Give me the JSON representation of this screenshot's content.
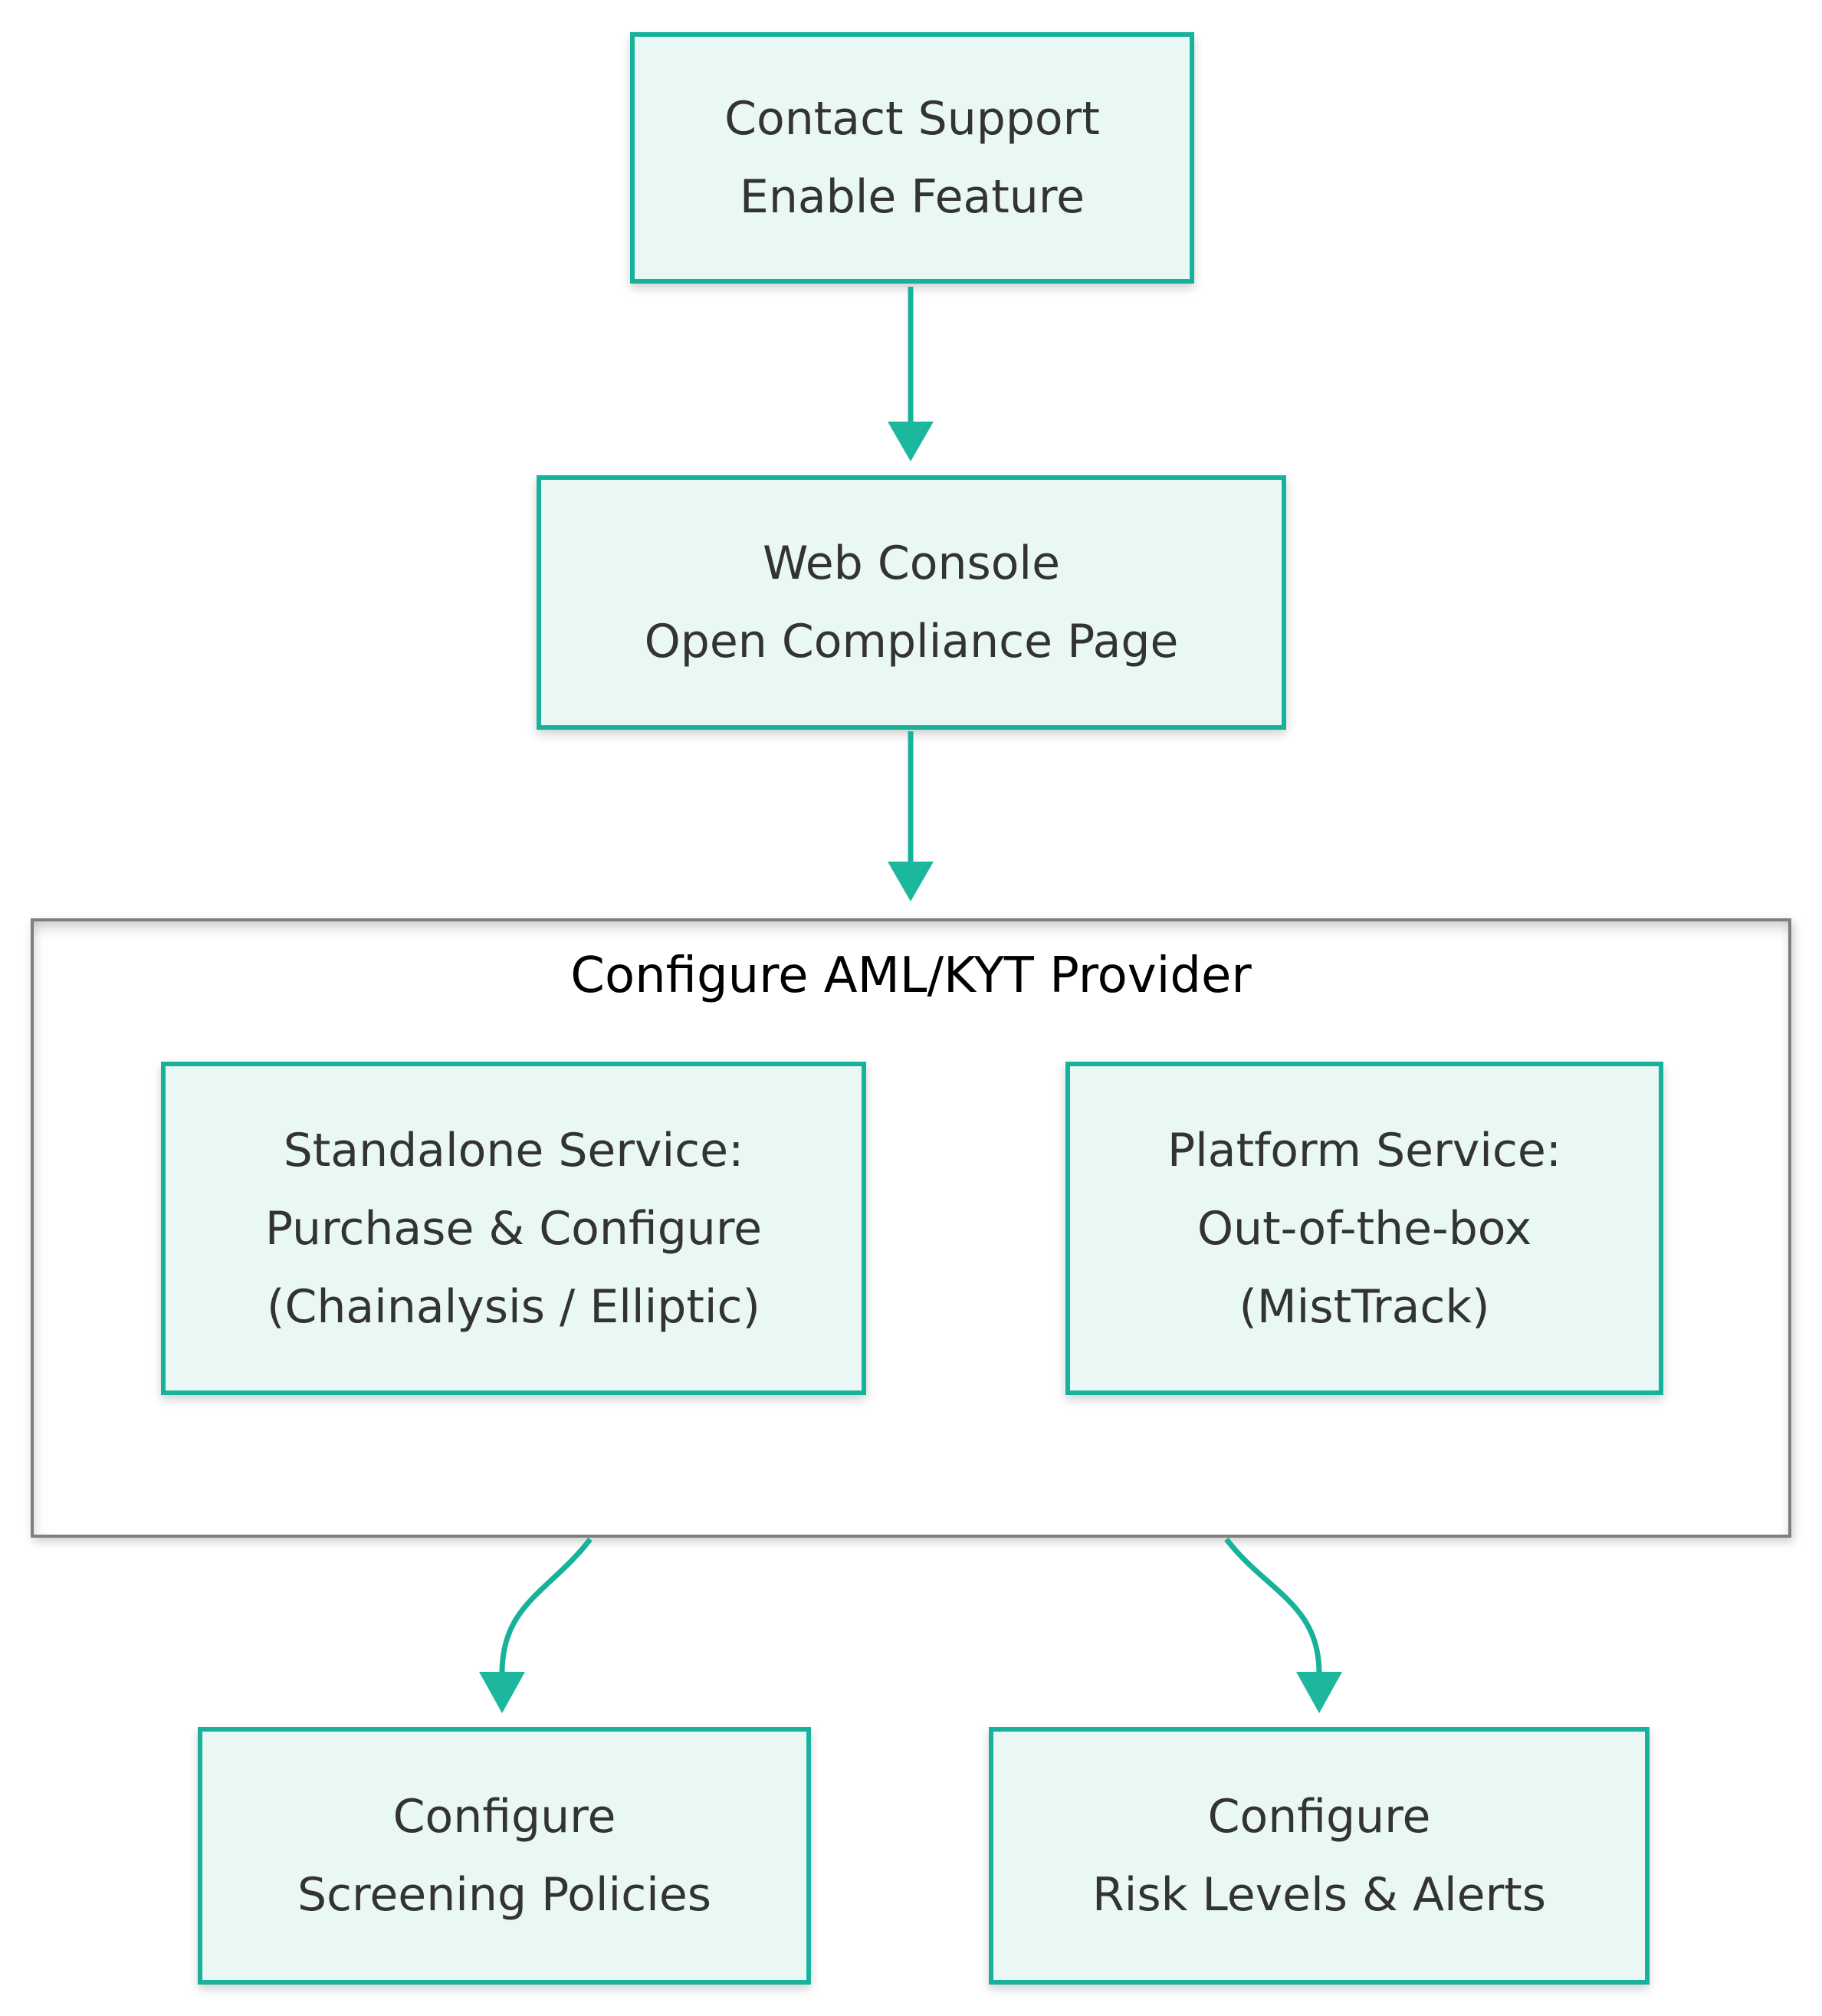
{
  "diagram_type": "flowchart",
  "colors": {
    "accent_teal": "#17b29b",
    "arrow_teal": "#1db79e",
    "node_fill": "#e9f8f4",
    "node_text": "#333333",
    "cluster_border": "#7f7f7f",
    "cluster_fill": "#ffffff",
    "cluster_title_text": "#000000",
    "background": "#ffffff"
  },
  "cluster": {
    "title": "Configure AML/KYT Provider"
  },
  "nodes": {
    "contact_support": {
      "lines": [
        "Contact Support",
        "Enable Feature"
      ]
    },
    "web_console": {
      "lines": [
        "Web Console",
        "Open Compliance Page"
      ]
    },
    "standalone_service": {
      "lines": [
        "Standalone Service:",
        "Purchase & Configure",
        "(Chainalysis / Elliptic)"
      ]
    },
    "platform_service": {
      "lines": [
        "Platform Service:",
        "Out-of-the-box",
        "(MistTrack)"
      ]
    },
    "screening_policies": {
      "lines": [
        "Configure",
        "Screening Policies"
      ]
    },
    "risk_levels_alerts": {
      "lines": [
        "Configure",
        "Risk Levels & Alerts"
      ]
    }
  },
  "edges": [
    {
      "from": "contact_support",
      "to": "web_console"
    },
    {
      "from": "web_console",
      "to": "configure_aml_kyt_provider_cluster"
    },
    {
      "from": "configure_aml_kyt_provider_cluster",
      "to": "screening_policies"
    },
    {
      "from": "configure_aml_kyt_provider_cluster",
      "to": "risk_levels_alerts"
    }
  ]
}
